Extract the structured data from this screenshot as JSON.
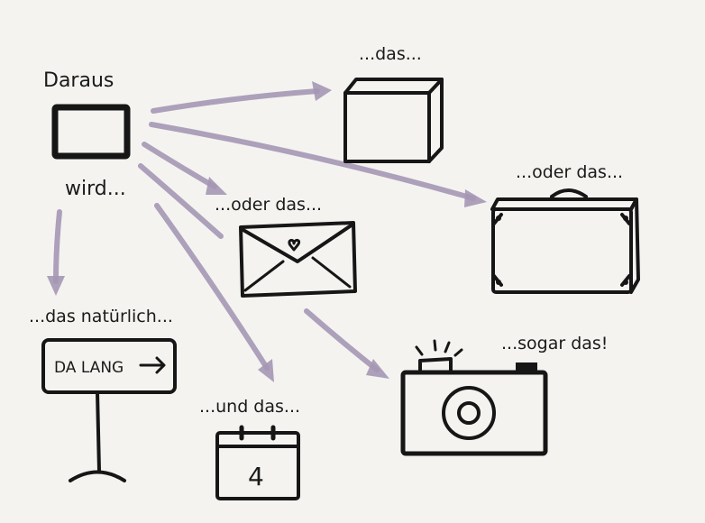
{
  "labels": {
    "source_title": "Daraus",
    "source_sub": "wird...",
    "box": "...das...",
    "envelope": "...oder das...",
    "suitcase": "...oder das...",
    "sign": "...das natürlich...",
    "sign_text": "DA LANG",
    "calendar": "...und das...",
    "calendar_day": "4",
    "camera": "...sogar das!"
  },
  "colors": {
    "ink": "#161616",
    "arrow": "#a597b4",
    "paper": "#f4f3f0"
  }
}
